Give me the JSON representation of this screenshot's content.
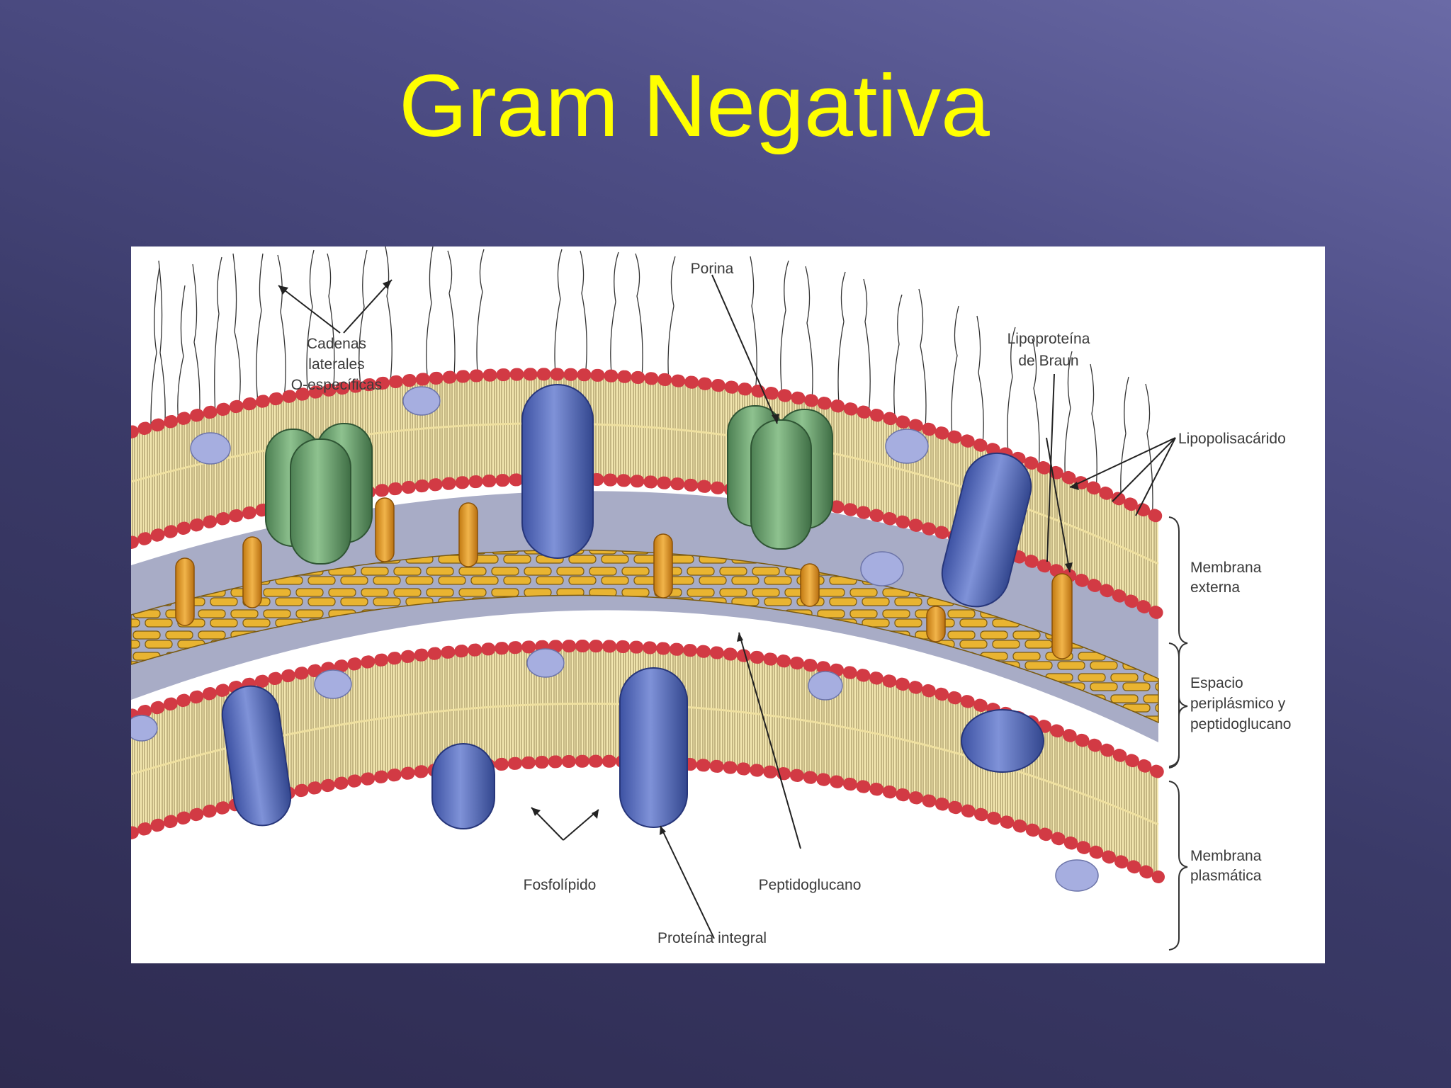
{
  "slide": {
    "title": "Gram Negativa"
  },
  "diagram": {
    "labels": {
      "o_chains_line1": "Cadenas",
      "o_chains_line2": "laterales",
      "o_chains_line3": "O-específicas",
      "porin": "Porina",
      "braun_line1": "Lipoproteína",
      "braun_line2": "de Braun",
      "lps": "Lipopolisacárido",
      "outer_membrane_line1": "Membrana",
      "outer_membrane_line2": "externa",
      "periplasm_line1": "Espacio",
      "periplasm_line2": "periplásmico y",
      "periplasm_line3": "peptidoglucano",
      "plasma_membrane_line1": "Membrana",
      "plasma_membrane_line2": "plasmática",
      "phospholipid": "Fosfolípido",
      "peptidoglycan": "Peptidoglucano",
      "integral_protein": "Proteína integral"
    },
    "colors": {
      "lipid_head": "#d23a44",
      "lipid_tail": "#f3e7b0",
      "periplasm": "#a8acc6",
      "peptidoglycan": "#e9b431",
      "porin": "#5f9a66",
      "protein": "#4a62b8",
      "lipoprotein": "#e19a2a"
    }
  }
}
